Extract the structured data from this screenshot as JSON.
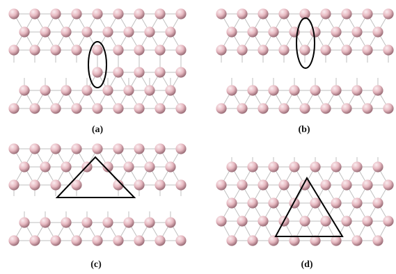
{
  "figure": {
    "panels": [
      {
        "id": "a",
        "label": "(a)",
        "marker": "ellipse"
      },
      {
        "id": "b",
        "label": "(b)",
        "marker": "ellipse"
      },
      {
        "id": "c",
        "label": "(c)",
        "marker": "triangle"
      },
      {
        "id": "d",
        "label": "(d)",
        "marker": "triangle"
      }
    ]
  },
  "colors": {
    "atom": "#e6b8c0",
    "atom_highlight": "#fbeef1",
    "atom_shadow": "#9c6f79",
    "bond": "#bfbfbf",
    "marker": "#000000"
  }
}
